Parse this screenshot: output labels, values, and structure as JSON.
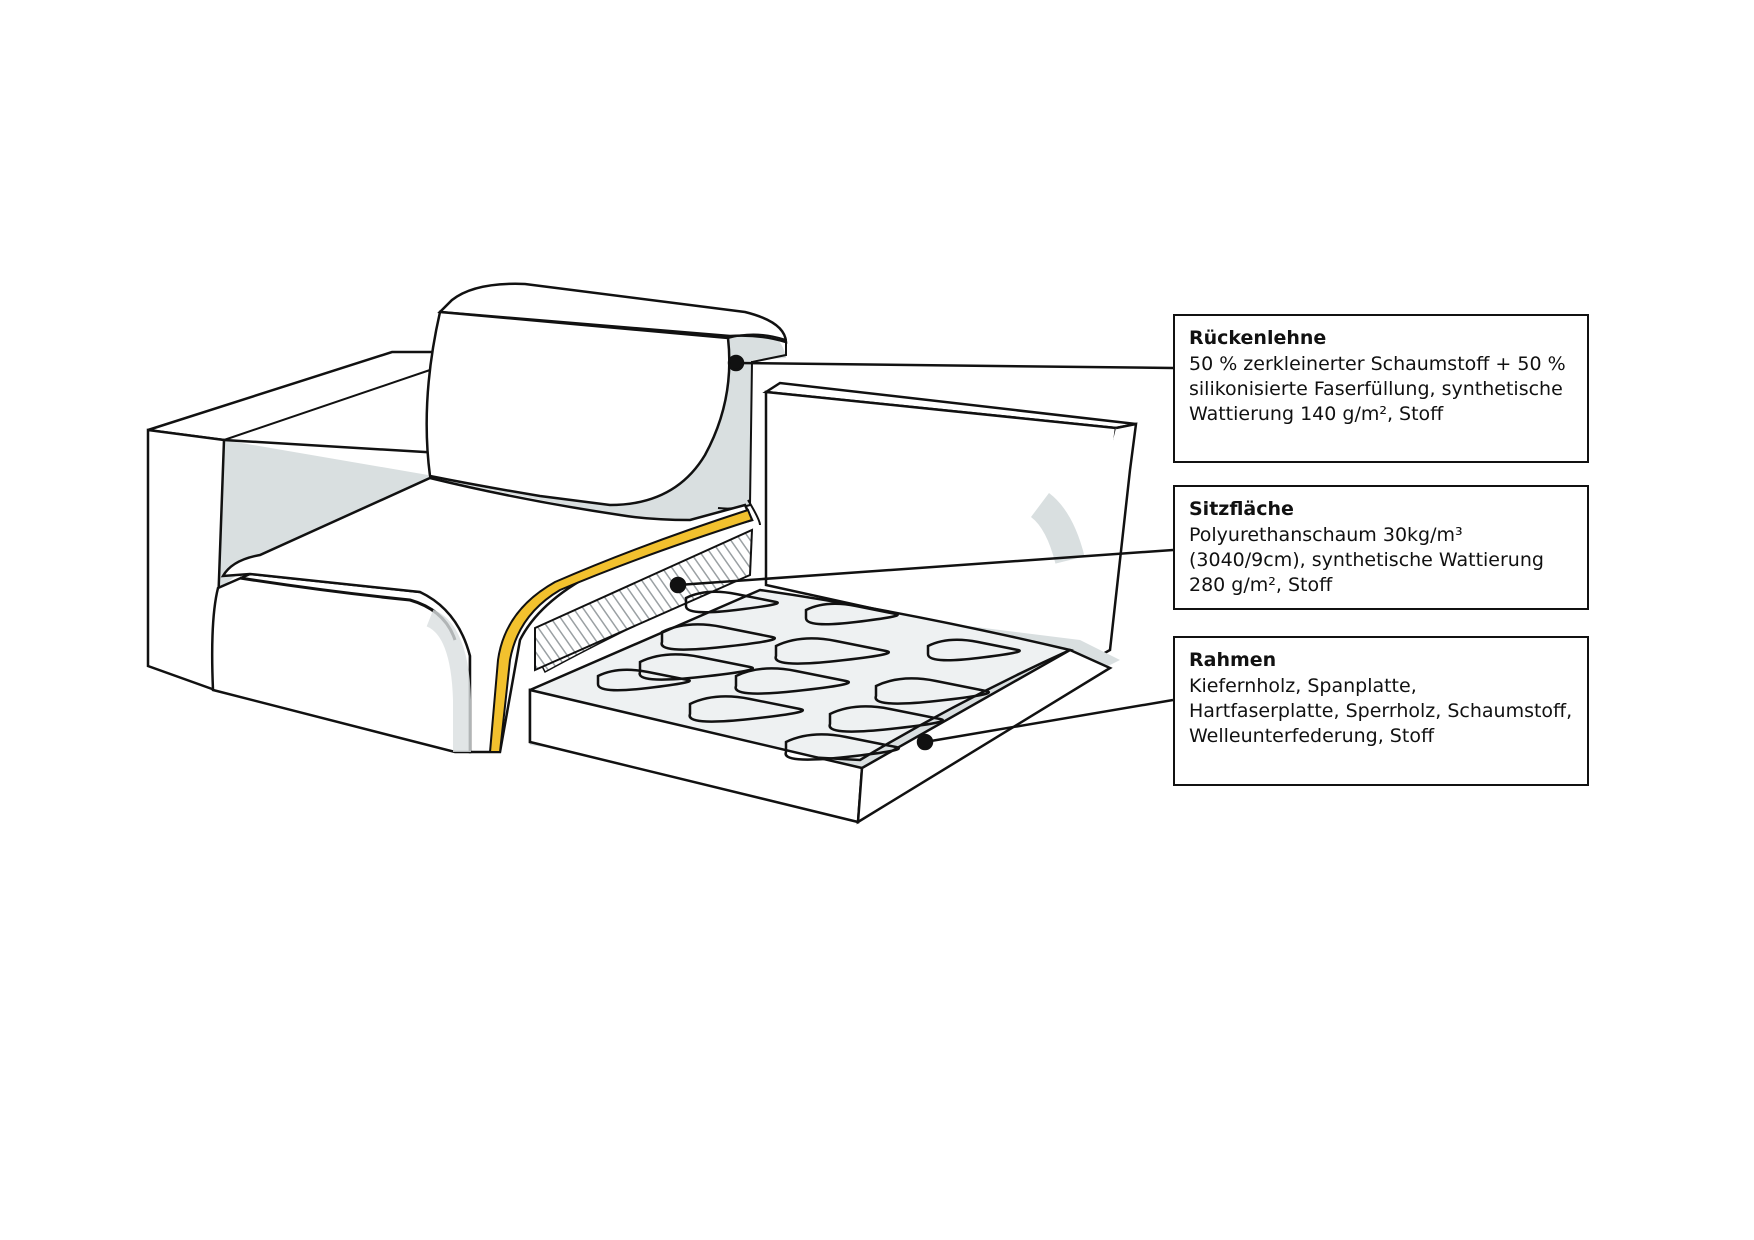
{
  "callouts": {
    "backrest": {
      "title": "Rückenlehne",
      "text": "50 % zerkleinerter Schaumstoff + 50 % silikonisierte Faserfüllung, synthetische Wattierung 140 g/m², Stoff"
    },
    "seat": {
      "title": "Sitzfläche",
      "text": "Polyurethanschaum 30kg/m³ (3040/9cm), synthetische Wattierung 280 g/m², Stoff"
    },
    "frame": {
      "title": "Rahmen",
      "text": "Kiefernholz, Spanplatte, Hartfaserplatte, Sperrholz, Schaumstoff, Welleunterfederung, Stoff"
    }
  },
  "colors": {
    "outline": "#111111",
    "shade": "#d9dfe0",
    "foam_accent": "#f2c12e",
    "background": "#ffffff"
  }
}
